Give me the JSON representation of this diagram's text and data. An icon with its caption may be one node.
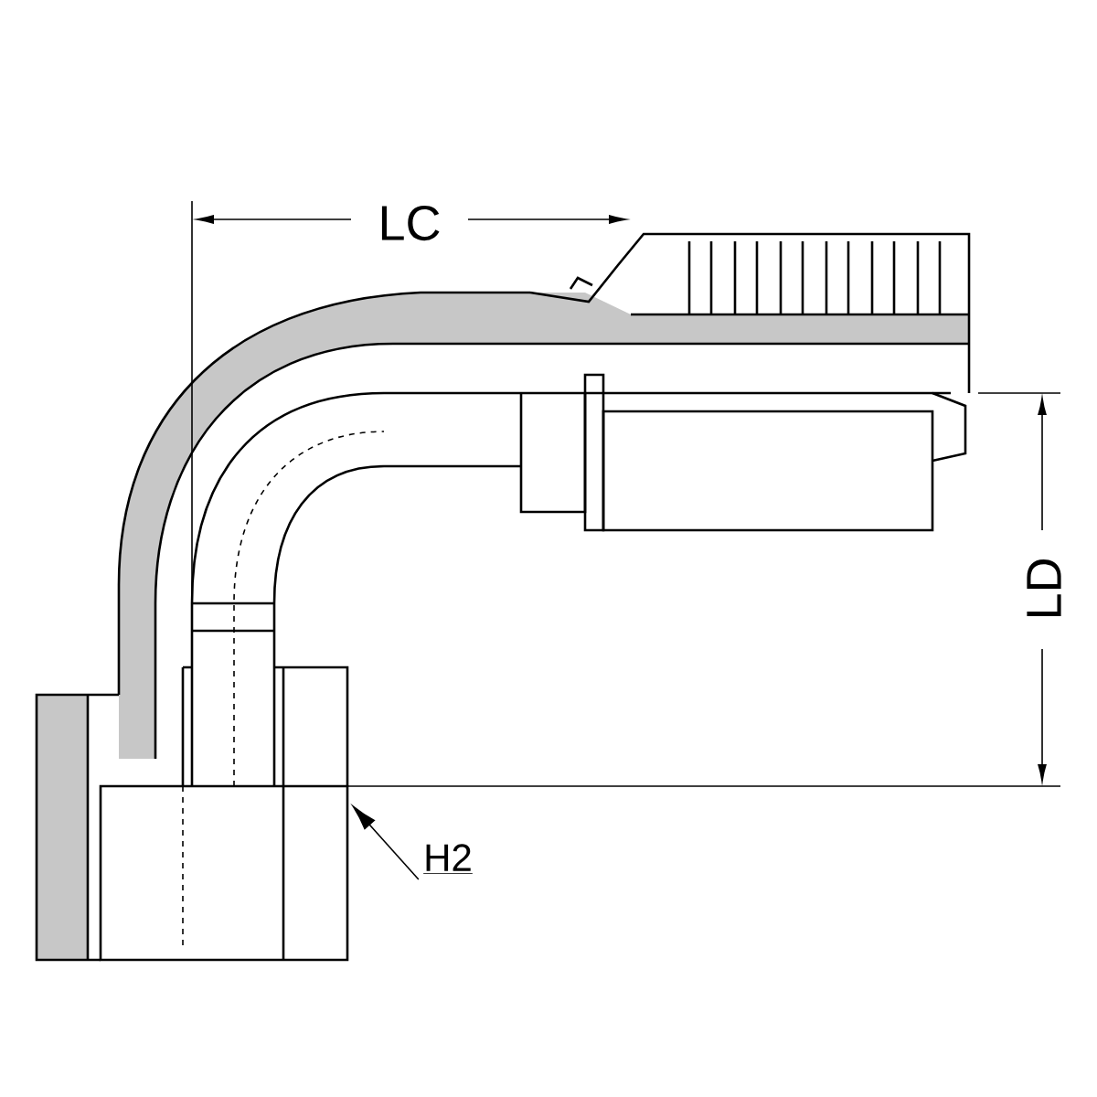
{
  "diagram": {
    "nodes": [
      {
        "text": [
          "H2"
        ]
      },
      {
        "text": [],
        "shape": "box"
      }
    ],
    "edges": [
      {
        "from": 0,
        "to": 1,
        "arrow": "to"
      }
    ],
    "labels": [
      "LC",
      "LD"
    ]
  }
}
